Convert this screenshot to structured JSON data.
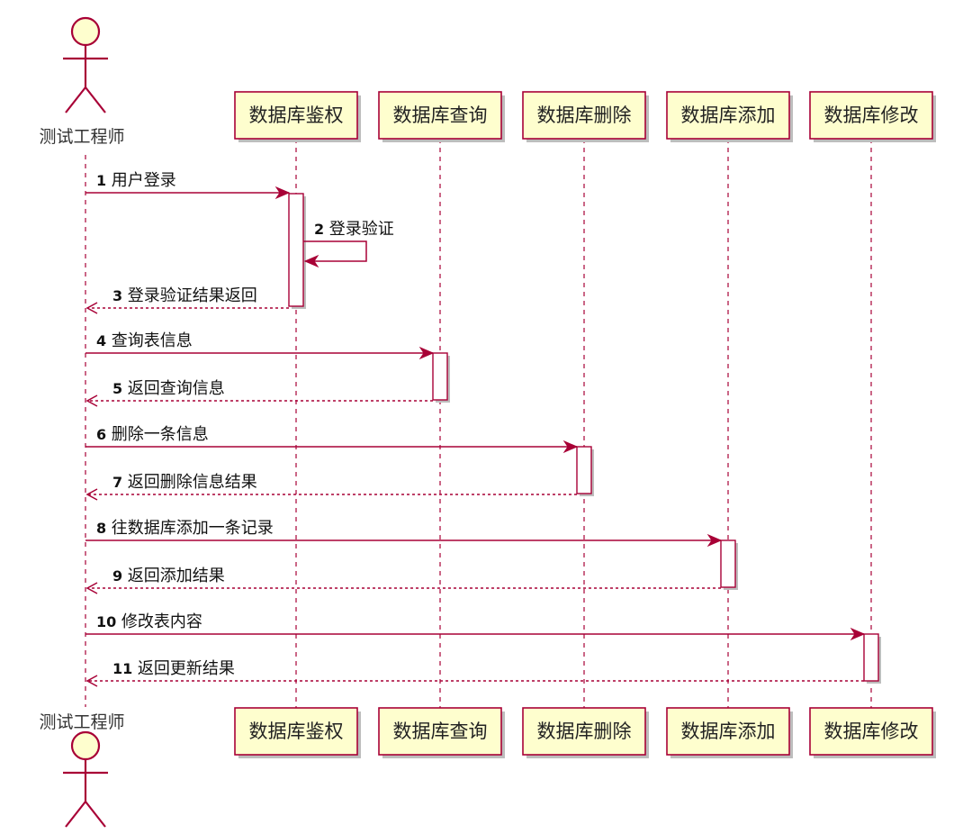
{
  "actor": {
    "name": "测试工程师",
    "icon": "stick-figure-actor-icon"
  },
  "participants": [
    {
      "id": "auth",
      "name": "数据库鉴权"
    },
    {
      "id": "query",
      "name": "数据库查询"
    },
    {
      "id": "delete",
      "name": "数据库删除"
    },
    {
      "id": "add",
      "name": "数据库添加"
    },
    {
      "id": "modify",
      "name": "数据库修改"
    }
  ],
  "messages": [
    {
      "num": "1",
      "text": "用户登录",
      "from": "actor",
      "to": "auth",
      "kind": "sync"
    },
    {
      "num": "2",
      "text": "登录验证",
      "from": "auth",
      "to": "auth",
      "kind": "self"
    },
    {
      "num": "3",
      "text": "登录验证结果返回",
      "from": "auth",
      "to": "actor",
      "kind": "return"
    },
    {
      "num": "4",
      "text": "查询表信息",
      "from": "actor",
      "to": "query",
      "kind": "sync"
    },
    {
      "num": "5",
      "text": "返回查询信息",
      "from": "query",
      "to": "actor",
      "kind": "return"
    },
    {
      "num": "6",
      "text": "删除一条信息",
      "from": "actor",
      "to": "delete",
      "kind": "sync"
    },
    {
      "num": "7",
      "text": "返回删除信息结果",
      "from": "delete",
      "to": "actor",
      "kind": "return"
    },
    {
      "num": "8",
      "text": "往数据库添加一条记录",
      "from": "actor",
      "to": "add",
      "kind": "sync"
    },
    {
      "num": "9",
      "text": "返回添加结果",
      "from": "add",
      "to": "actor",
      "kind": "return"
    },
    {
      "num": "10",
      "text": "修改表内容",
      "from": "actor",
      "to": "modify",
      "kind": "sync"
    },
    {
      "num": "11",
      "text": "返回更新结果",
      "from": "modify",
      "to": "actor",
      "kind": "return"
    }
  ],
  "colors": {
    "line": "#a80036",
    "box_fill": "#fefece",
    "activation_fill": "#ffffff"
  }
}
